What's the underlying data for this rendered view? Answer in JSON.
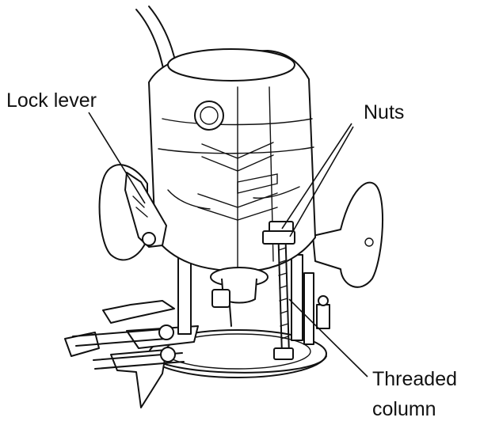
{
  "labels": {
    "lock_lever": "Lock lever",
    "nuts": "Nuts",
    "threaded_line1": "Threaded",
    "threaded_line2": "column"
  },
  "colors": {
    "ink": "#111111",
    "background": "#ffffff"
  }
}
